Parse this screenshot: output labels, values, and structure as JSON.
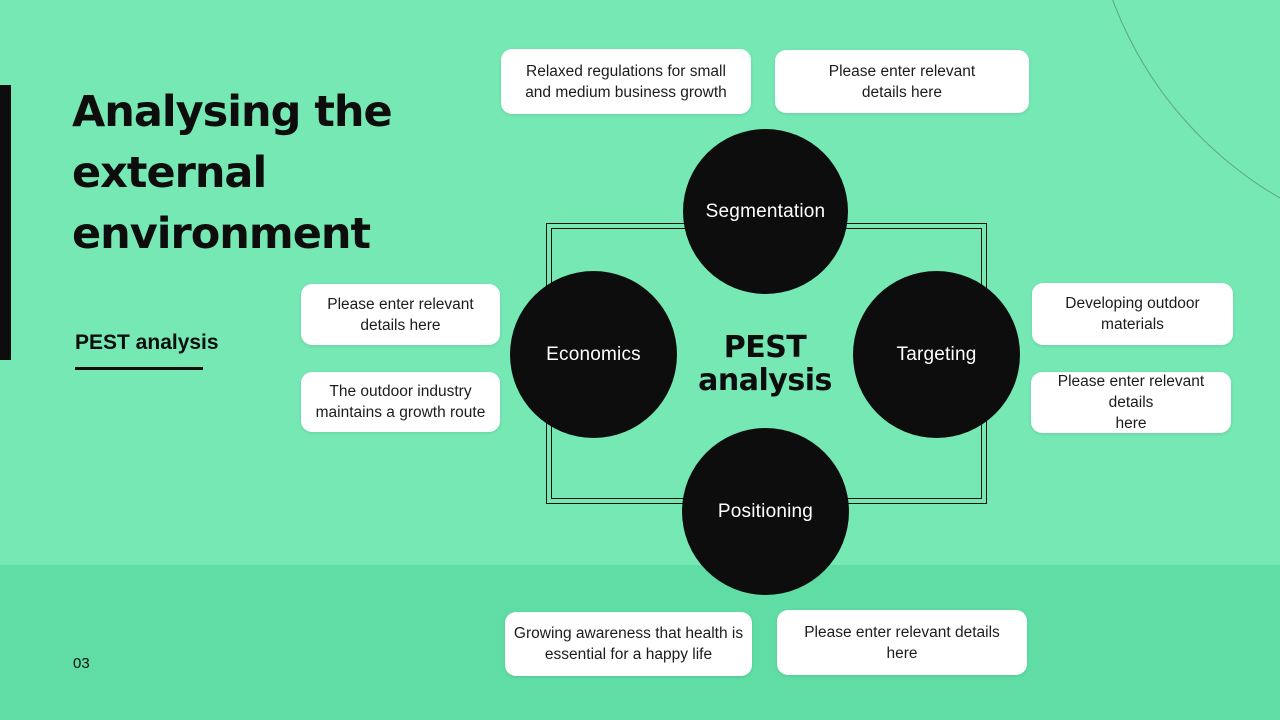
{
  "slide": {
    "title": "Analysing the\nexternal\nenvironment",
    "section_label": "PEST analysis",
    "page_number": "03"
  },
  "diagram": {
    "center_label": "PEST\nanalysis",
    "nodes": [
      {
        "id": "segmentation",
        "label": "Segmentation"
      },
      {
        "id": "economics",
        "label": "Economics"
      },
      {
        "id": "targeting",
        "label": "Targeting"
      },
      {
        "id": "positioning",
        "label": "Positioning"
      }
    ],
    "callouts": [
      {
        "position": "top-left",
        "text": "Relaxed regulations for small\nand medium business growth"
      },
      {
        "position": "top-right",
        "text": "Please enter relevant\ndetails here"
      },
      {
        "position": "mid-left-upper",
        "text": "Please enter relevant\ndetails here"
      },
      {
        "position": "mid-left-lower",
        "text": "The outdoor industry\nmaintains a growth route"
      },
      {
        "position": "mid-right-upper",
        "text": "Developing outdoor\nmaterials"
      },
      {
        "position": "mid-right-lower",
        "text": "Please enter relevant details\nhere"
      },
      {
        "position": "bottom-left",
        "text": "Growing awareness that health is\nessential for a happy life"
      },
      {
        "position": "bottom-right",
        "text": "Please enter relevant details\nhere"
      }
    ]
  },
  "colors": {
    "background": "#75e8b4",
    "footer_band": "#5fdda4",
    "shape_black": "#0d0d0d",
    "callout_background": "#ffffff",
    "body_text": "#1c1c1c",
    "circle_text": "#ffffff"
  }
}
